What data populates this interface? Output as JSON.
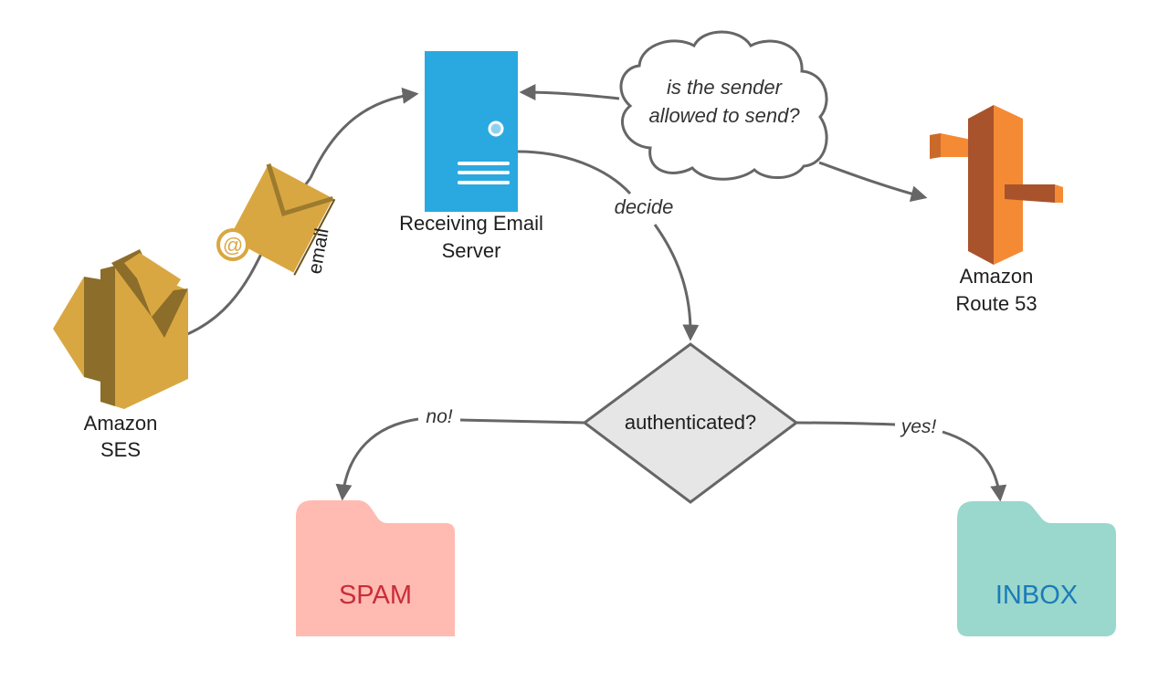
{
  "diagram": {
    "title": "Email sender authentication flow",
    "colors": {
      "edge": "#666666",
      "ses": "#D9A741",
      "ses_dark": "#8C6D2A",
      "server": "#29A9E0",
      "route53": "#F58A34",
      "route53_dark": "#A8532B",
      "decision_fill": "#E6E6E6",
      "spam_fill": "#FFBBB1",
      "spam_text": "#C92D39",
      "inbox_fill": "#9AD7CC",
      "inbox_text": "#1A7BB9"
    },
    "nodes": {
      "ses": {
        "label_line1": "Amazon",
        "label_line2": "SES",
        "icon": "amazon-ses-icon"
      },
      "email": {
        "label": "email",
        "icon": "email-envelope-icon"
      },
      "server": {
        "label_line1": "Receiving Email",
        "label_line2": "Server",
        "icon": "server-icon"
      },
      "cloud": {
        "line1": "is the sender",
        "line2": "allowed to send?",
        "icon": "thought-cloud"
      },
      "route53": {
        "label_line1": "Amazon",
        "label_line2": "Route 53",
        "icon": "amazon-route53-icon"
      },
      "decision": {
        "label": "authenticated?"
      },
      "spam": {
        "label": "SPAM",
        "icon": "folder-icon"
      },
      "inbox": {
        "label": "INBOX",
        "icon": "folder-icon"
      }
    },
    "edges": [
      {
        "from": "ses",
        "to": "server",
        "label": ""
      },
      {
        "from": "cloud",
        "to": "server",
        "label": ""
      },
      {
        "from": "cloud",
        "to": "route53",
        "label": ""
      },
      {
        "from": "server",
        "to": "decision",
        "label": "decide"
      },
      {
        "from": "decision",
        "to": "spam",
        "label": "no!"
      },
      {
        "from": "decision",
        "to": "inbox",
        "label": "yes!"
      }
    ]
  }
}
